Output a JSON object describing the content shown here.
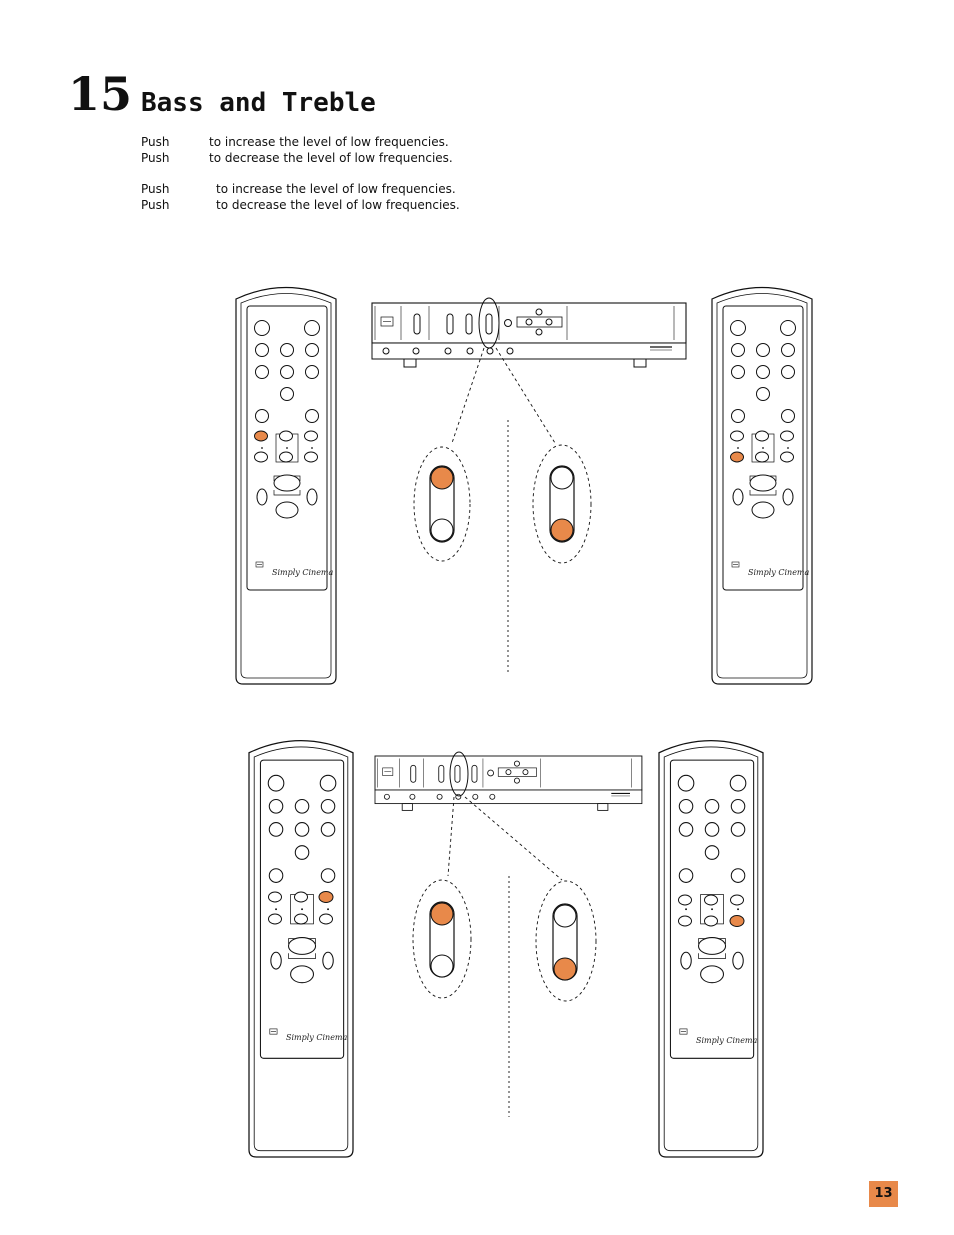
{
  "section": {
    "number": "15",
    "title": "Bass and Treble"
  },
  "instructions": [
    {
      "push": "Push",
      "action": "to increase the level of low frequencies."
    },
    {
      "push": "Push",
      "action": "to decrease the level of low frequencies."
    },
    {
      "push": "Push",
      "action": "to increase the level of low frequencies."
    },
    {
      "push": "Push",
      "action": "to decrease the level of low frequencies."
    }
  ],
  "remote": {
    "brand_text": "Simply Cinema"
  },
  "page_number": "13",
  "colors": {
    "accent": "#e8894a",
    "line": "#111111"
  }
}
